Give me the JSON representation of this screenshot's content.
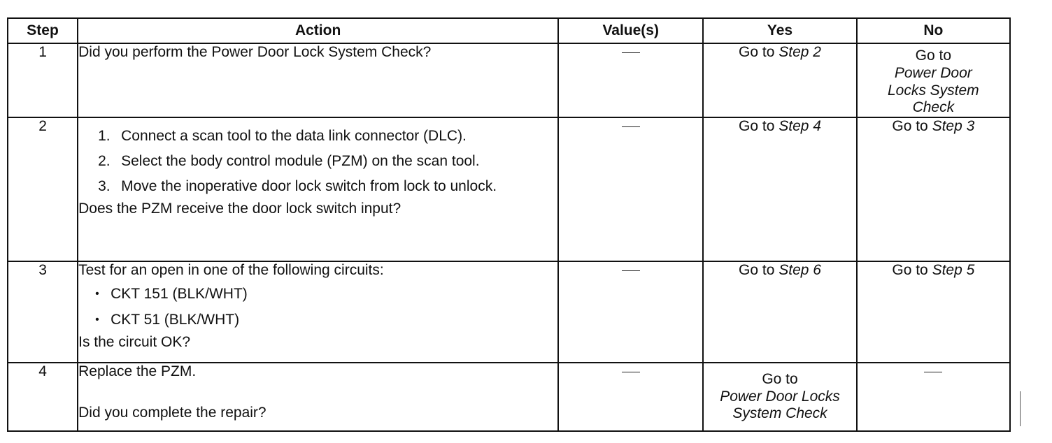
{
  "headers": {
    "step": "Step",
    "action": "Action",
    "values": "Value(s)",
    "yes": "Yes",
    "no": "No"
  },
  "rows": [
    {
      "step": "1",
      "action_lines": [
        "Did you perform the Power Door Lock System Check?"
      ],
      "yes": {
        "prefix": "Go to",
        "target": "Step 2"
      },
      "no": {
        "prefix": "Go to",
        "target": "Power Door Locks System Check"
      }
    },
    {
      "step": "2",
      "numbered": [
        {
          "n": "1.",
          "text": "Connect a scan tool to the data link connector (DLC)."
        },
        {
          "n": "2.",
          "text": "Select the body control module (PZM) on the scan tool."
        },
        {
          "n": "3.",
          "text": "Move the inoperative door lock switch from lock to unlock."
        }
      ],
      "question": "Does the PZM receive the door lock switch input?",
      "yes": {
        "prefix": "Go to",
        "target": "Step 4"
      },
      "no": {
        "prefix": "Go to",
        "target": "Step 3"
      }
    },
    {
      "step": "3",
      "intro": "Test for an open in one of the following circuits:",
      "bullets": [
        "CKT 151 (BLK/WHT)",
        "CKT 51 (BLK/WHT)"
      ],
      "question": "Is the circuit OK?",
      "yes": {
        "prefix": "Go to",
        "target": "Step 6"
      },
      "no": {
        "prefix": "Go to",
        "target": "Step 5"
      }
    },
    {
      "step": "4",
      "intro": "Replace the PZM.",
      "question": "Did you complete the repair?",
      "yes": {
        "prefix": "Go to",
        "target": "Power Door Locks System Check"
      },
      "no": "—"
    }
  ],
  "value_dash": "—",
  "icons": {
    "bullet": "bullet-dot"
  }
}
